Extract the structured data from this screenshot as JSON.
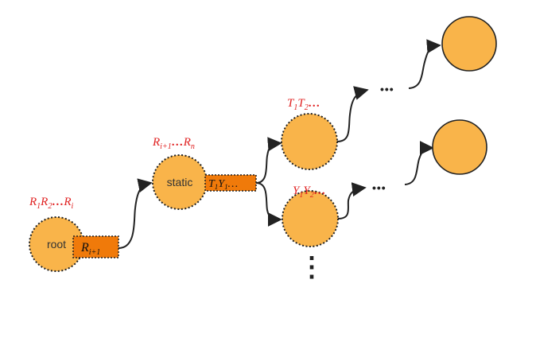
{
  "colors": {
    "node_fill": "#f9b44a",
    "tag_fill": "#f07a0a",
    "outline": "#222222",
    "label_red": "#e02020",
    "connector": "#222222"
  },
  "nodes": {
    "root": {
      "text": "root",
      "tag": {
        "base": "R",
        "sub": "i+1"
      }
    },
    "static": {
      "text": "static",
      "tag": {
        "base1": "T",
        "sub1": "1",
        "base2": "Y",
        "sub2": "1",
        "suffix": "…"
      }
    },
    "upper": {},
    "lower": {},
    "far_upper": {},
    "far_lower": {}
  },
  "labels": {
    "root_label": {
      "b1": "R",
      "s1": "1",
      "b2": "R",
      "s2": "2",
      "dots": "…",
      "b3": "R",
      "s3": "i"
    },
    "static_label": {
      "b1": "R",
      "s1": "i+1",
      "dots": "…",
      "b2": "R",
      "s2": "n"
    },
    "upper_label": {
      "b1": "T",
      "s1": "1",
      "b2": "T",
      "s2": "2",
      "dots": "…"
    },
    "lower_label": {
      "b1": "Y",
      "s1": "1",
      "b2": "Y",
      "s2": "2",
      "dots": "…"
    }
  },
  "ellipses": {
    "upper": "•••",
    "lower": "•••",
    "vertical": "⋮"
  }
}
